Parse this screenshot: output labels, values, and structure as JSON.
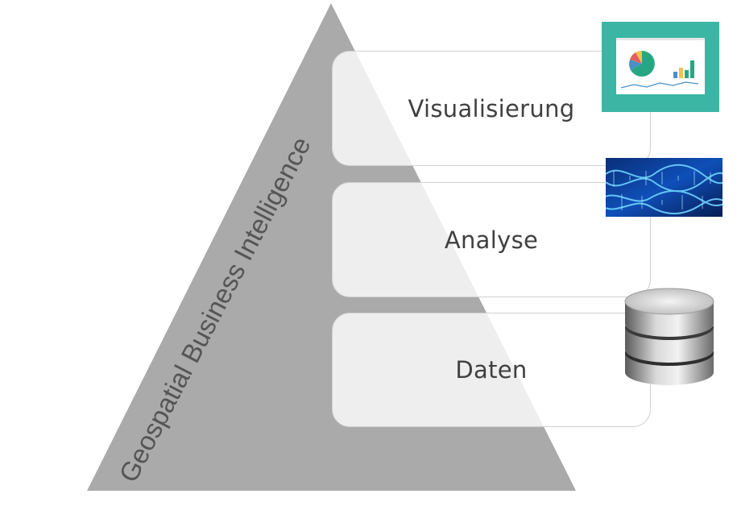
{
  "pyramid": {
    "side_label": "Geospatial Business Intelligence",
    "fill_color": "#aaaaaa"
  },
  "layers": {
    "visualization": {
      "label": "Visualisierung",
      "icon": "dashboard-chart-icon"
    },
    "analysis": {
      "label": "Analyse",
      "icon": "dna-helix-image"
    },
    "data": {
      "label": "Daten",
      "icon": "database-cylinder-icon"
    }
  },
  "colors": {
    "teal_frame": "#3cb6a4",
    "pie_green": "#27a683",
    "pie_blue": "#4a90c8",
    "pie_red": "#e35f5f",
    "pie_yellow": "#f2c14e",
    "dna_blue": "#0f4fb8"
  }
}
